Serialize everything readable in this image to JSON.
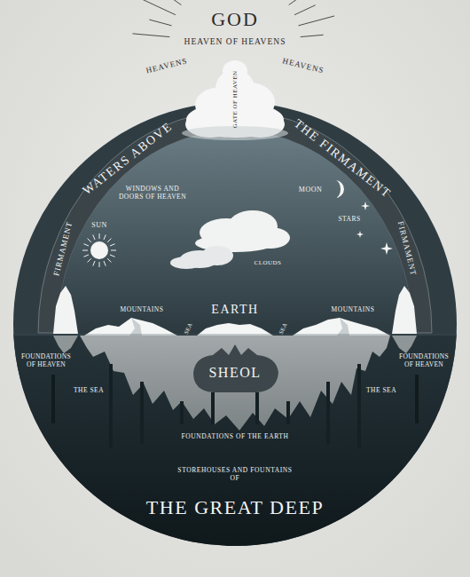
{
  "diagram": {
    "labels": [
      "GOD",
      "HEAVEN OF HEAVENS",
      "HEAVENS",
      "HEAVENS",
      "GATE OF HEAVEN",
      "WATERS ABOVE",
      "THE FIRMAMENT",
      "WINDOWS AND DOORS OF HEAVEN",
      "MOON",
      "SUN",
      "STARS",
      "FIRMAMENT",
      "FIRMAMENT",
      "CLOUDS",
      "MOUNTAINS",
      "EARTH",
      "MOUNTAINS",
      "SEA",
      "SEA",
      "FOUNDATIONS OF HEAVEN",
      "FOUNDATIONS OF HEAVEN",
      "SHEOL",
      "THE SEA",
      "THE SEA",
      "FOUNDATIONS OF THE EARTH",
      "STOREHOUSES AND FOUNTAINS OF",
      "THE GREAT DEEP"
    ]
  }
}
